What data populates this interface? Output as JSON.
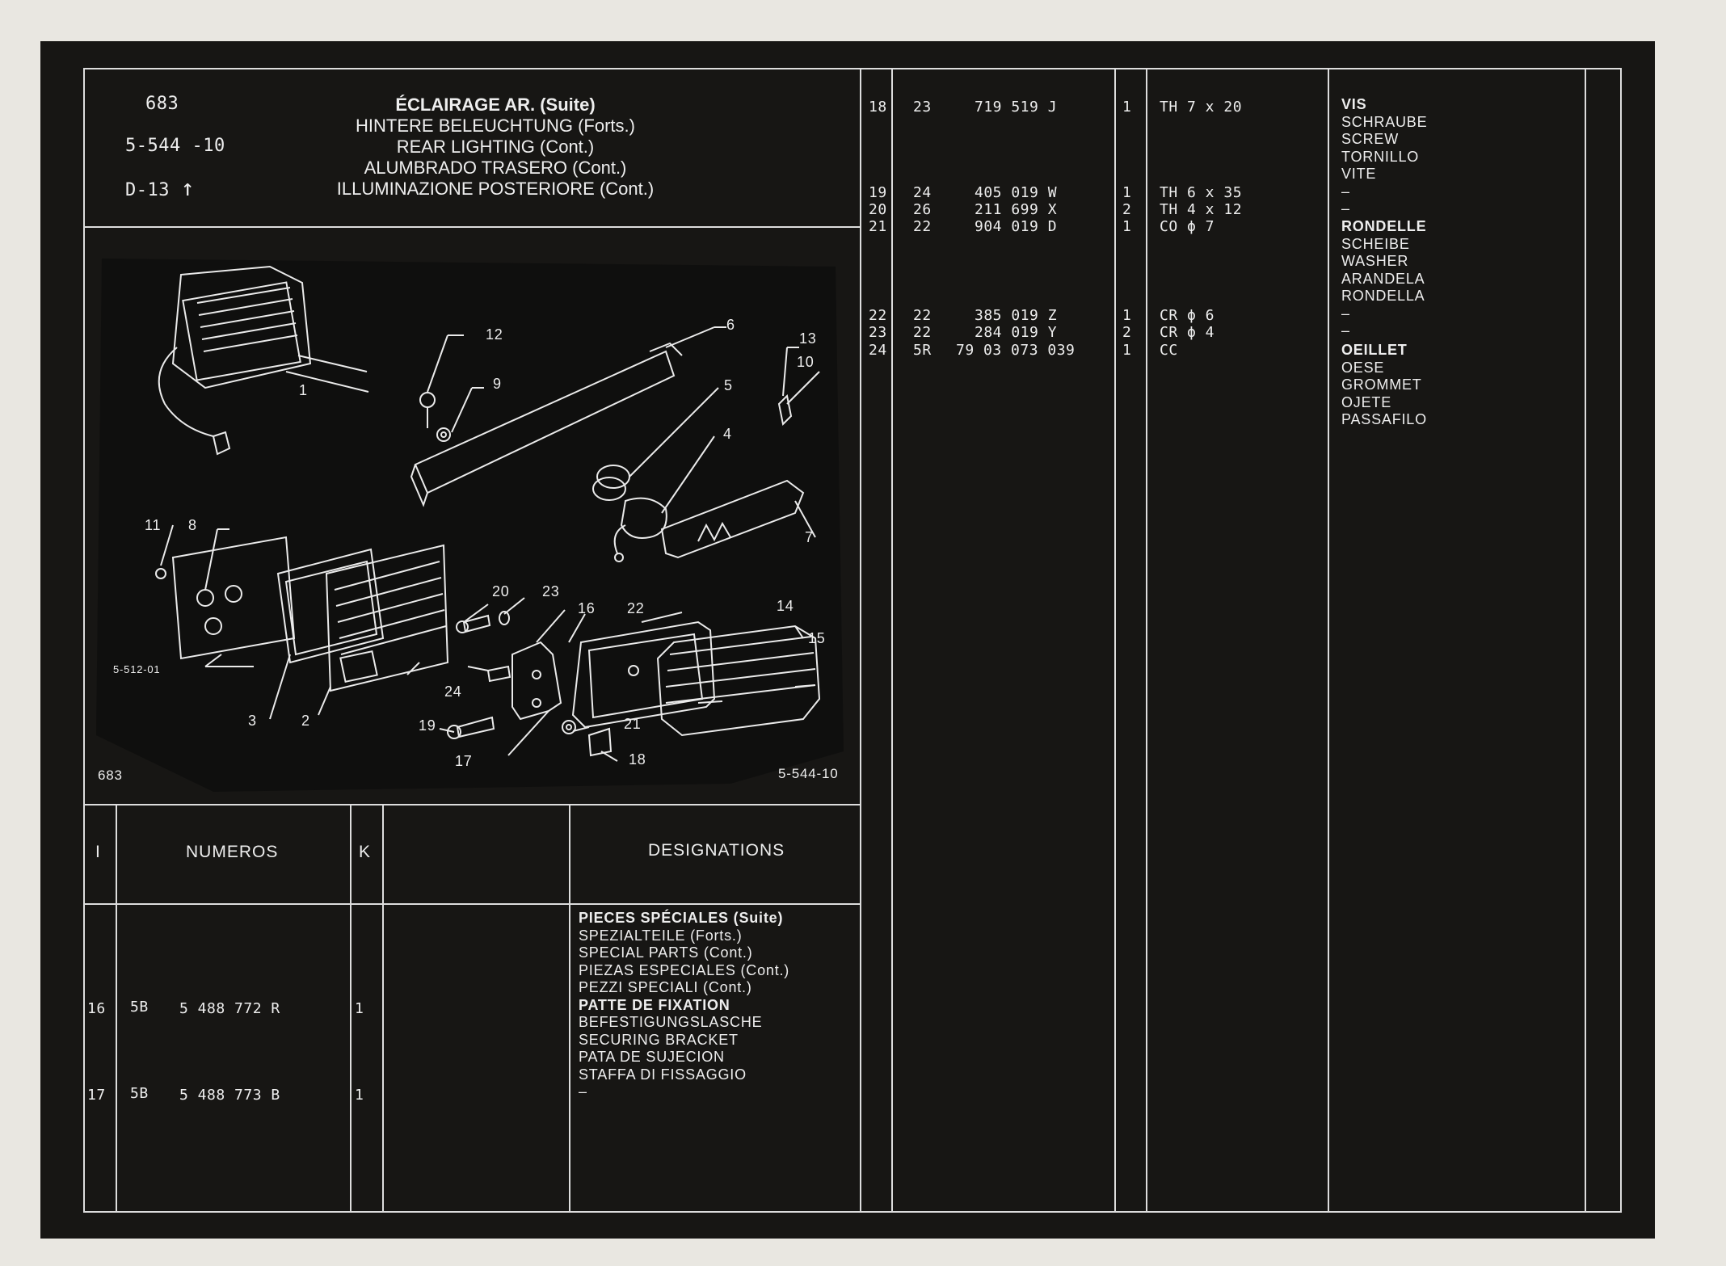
{
  "header": {
    "page_number": "683",
    "figure_ref": "5-544 -10",
    "sub_ref": "D-13",
    "sub_ref_arrow": "↑",
    "titles": [
      "ÉCLAIRAGE AR. (Suite)",
      "HINTERE BELEUCHTUNG (Forts.)",
      "REAR LIGHTING (Cont.)",
      "ALUMBRADO TRASERO (Cont.)",
      "ILLUMINAZIONE POSTERIORE (Cont.)"
    ]
  },
  "diagram": {
    "page_label": "683",
    "figure_label": "5-544-10",
    "callouts": [
      "1",
      "2",
      "3",
      "4",
      "5",
      "6",
      "7",
      "8",
      "9",
      "10",
      "11",
      "12",
      "13",
      "14",
      "15",
      "16",
      "17",
      "18",
      "19",
      "20",
      "21",
      "22",
      "23",
      "24"
    ],
    "ref_label": "5-512-01"
  },
  "columns": {
    "i": "I",
    "numeros": "NUMEROS",
    "k": "K",
    "designations": "DESIGNATIONS"
  },
  "left_table": {
    "group_heading": [
      "PIECES SPÉCIALES (Suite)",
      "SPEZIALTEILE (Forts.)",
      "SPECIAL PARTS (Cont.)",
      "PIEZAS ESPECIALES (Cont.)",
      "PEZZI SPECIALI (Cont.)"
    ],
    "rows": [
      {
        "index": "16",
        "prefix": "5B",
        "number": "5 488 772 R",
        "qty": "1"
      },
      {
        "index": "17",
        "prefix": "5B",
        "number": "5 488 773 B",
        "qty": "1"
      }
    ],
    "designation": [
      "PATTE DE FIXATION",
      "BEFESTIGUNGSLASCHE",
      "SECURING BRACKET",
      "PATA DE SUJECION",
      "STAFFA DI FISSAGGIO",
      "–"
    ]
  },
  "right_table": {
    "rows": [
      {
        "index": "18",
        "prefix": "23",
        "number": "719 519 J",
        "qty": "1",
        "spec": "TH 7 x 20"
      },
      {
        "index": "19",
        "prefix": "24",
        "number": "405 019 W",
        "qty": "1",
        "spec": "TH 6 x 35"
      },
      {
        "index": "20",
        "prefix": "26",
        "number": "211 699 X",
        "qty": "2",
        "spec": "TH 4 x 12"
      },
      {
        "index": "21",
        "prefix": "22",
        "number": "904 019 D",
        "qty": "1",
        "spec": "CO ϕ 7"
      },
      {
        "index": "22",
        "prefix": "22",
        "number": "385 019 Z",
        "qty": "1",
        "spec": "CR ϕ 6"
      },
      {
        "index": "23",
        "prefix": "22",
        "number": "284 019 Y",
        "qty": "2",
        "spec": "CR ϕ 4"
      },
      {
        "index": "24",
        "prefix": "5R",
        "number": "79 03 073 039",
        "qty": "1",
        "spec": "CC"
      }
    ],
    "designations": {
      "vis": [
        "VIS",
        "SCHRAUBE",
        "SCREW",
        "TORNILLO",
        "VITE",
        "–",
        "–"
      ],
      "rondelle": [
        "RONDELLE",
        "SCHEIBE",
        "WASHER",
        "ARANDELA",
        "RONDELLA",
        "–",
        "–"
      ],
      "oeillet": [
        "OEILLET",
        "OESE",
        "GROMMET",
        "OJETE",
        "PASSAFILO"
      ]
    }
  }
}
